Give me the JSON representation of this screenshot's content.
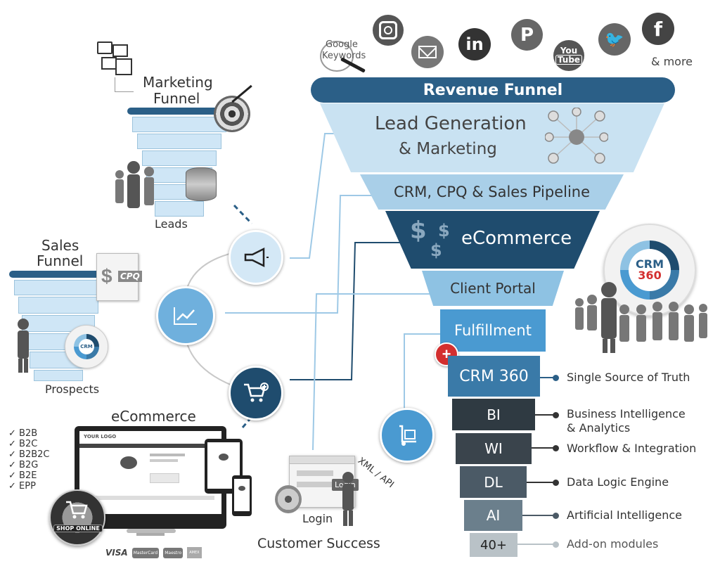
{
  "revenue_funnel": {
    "title": "Revenue Funnel",
    "stages": [
      {
        "line1": "Lead Generation",
        "line2": "& Marketing"
      },
      {
        "label": "CRM, CPQ & Sales Pipeline"
      },
      {
        "label": "eCommerce"
      },
      {
        "label": "Client Portal"
      },
      {
        "label": "Fulfillment"
      }
    ],
    "layers": [
      {
        "label": "CRM 360",
        "desc": "Single Source of Truth"
      },
      {
        "label": "BI",
        "desc_line1": "Business Intelligence",
        "desc_line2": "& Analytics"
      },
      {
        "label": "WI",
        "desc": "Workflow & Integration"
      },
      {
        "label": "DL",
        "desc": "Data Logic Engine"
      },
      {
        "label": "AI",
        "desc": "Artificial Intelligence"
      },
      {
        "label": "40+",
        "desc": "Add-on modules"
      }
    ]
  },
  "social": {
    "google_line1": "Google",
    "google_line2": "Keywords",
    "more": "& more",
    "icons": [
      "instagram-icon",
      "email-icon",
      "linkedin-icon",
      "pinterest-icon",
      "youtube-icon",
      "twitter-icon",
      "facebook-icon"
    ],
    "youtube_text_1": "You",
    "youtube_text_2": "Tube"
  },
  "marketing_funnel": {
    "line1": "Marketing",
    "line2": "Funnel",
    "footer": "Leads"
  },
  "sales_funnel": {
    "line1": "Sales",
    "line2": "Funnel",
    "footer": "Prospects",
    "cpq": "CPQ",
    "crm_badge": "CRM"
  },
  "ecommerce": {
    "title": "eCommerce",
    "models": [
      "B2B",
      "B2C",
      "B2B2C",
      "B2G",
      "B2E",
      "EPP"
    ],
    "shop_online": "SHOP ONLINE",
    "payments": [
      "VISA",
      "MasterCard",
      "Maestro",
      "AMEX"
    ],
    "logo_text": "YOUR LOGO"
  },
  "customer_success": {
    "login_caption": "Login",
    "login_badge": "Login",
    "title": "Customer Success"
  },
  "xml_api": "XML / API",
  "crm360_badge": {
    "line1": "CRM",
    "line2": "360"
  },
  "colors": {
    "funnel_dark": "#2b5f87",
    "funnel_light": "#c9e2f2",
    "funnel_mid": "#a9cfe8",
    "funnel_ecom": "#1f4c6e",
    "funnel_portal": "#8ec2e3",
    "funnel_fulfil": "#4a9ad1",
    "layer_crm": "#3a7aa8",
    "layer_bi": "#2f3a42",
    "layer_wi": "#3a444c",
    "layer_dl": "#4b5a66",
    "layer_ai": "#6b7f8c",
    "layer_addon": "#b9c2c7",
    "connector": "#9ec9e6"
  }
}
